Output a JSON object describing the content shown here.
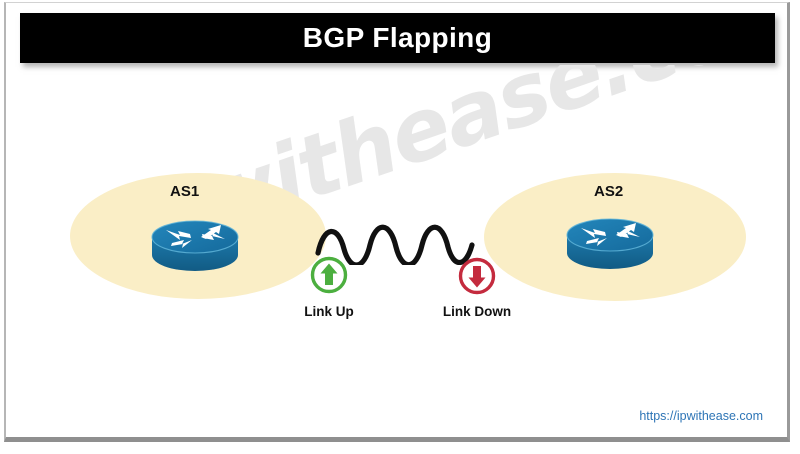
{
  "title": {
    "text": "BGP Flapping"
  },
  "watermark": {
    "text": "ipwithease.com"
  },
  "diagram": {
    "left_domain": {
      "label": "AS1",
      "icon": "router-icon"
    },
    "right_domain": {
      "label": "AS2",
      "icon": "router-icon"
    },
    "link": {
      "icon": "wavy-line-icon"
    },
    "states": [
      {
        "label": "Link Up",
        "icon": "arrow-up-circle-icon",
        "color": "#4CAF3F"
      },
      {
        "label": "Link Down",
        "icon": "arrow-down-circle-icon",
        "color": "#C42B3E"
      }
    ]
  },
  "footer": {
    "url": "https://ipwithease.com"
  },
  "colors": {
    "banner_background": "#000000",
    "banner_text": "#FFFFFF",
    "cloud_fill": "#FAEEC6",
    "router_blue": "#17699B",
    "link_up_green": "#4CAF3F",
    "link_down_red": "#C42B3E",
    "footer_link": "#2E75B6",
    "watermark_gray": "#E7E7E7"
  }
}
